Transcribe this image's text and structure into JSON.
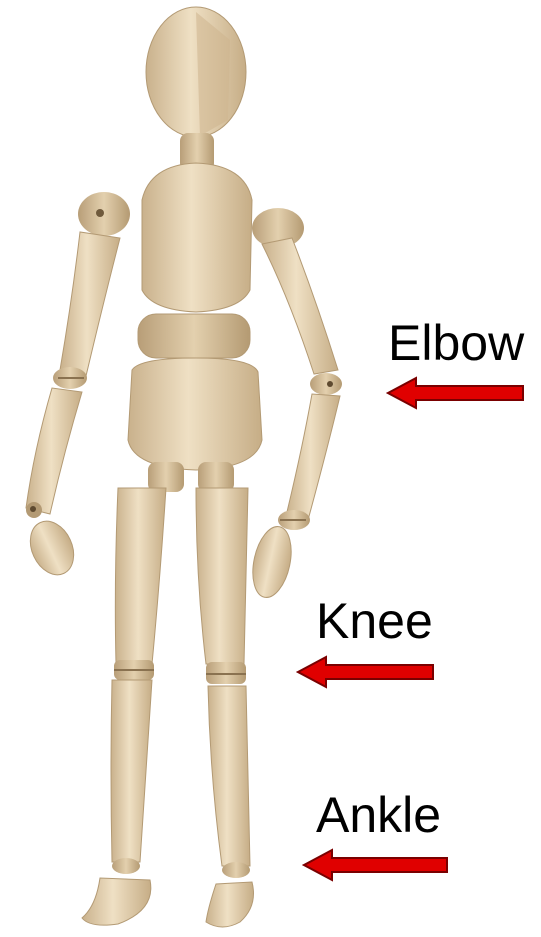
{
  "labels": {
    "elbow": "Elbow",
    "knee": "Knee",
    "ankle": "Ankle"
  },
  "colors": {
    "arrow_fill": "#e00000",
    "arrow_stroke": "#7a0000",
    "wood_light": "#ecdcbf",
    "wood_mid": "#d9c3a0",
    "wood_dark": "#b39a74",
    "joint": "#8a7250"
  },
  "figure": {
    "subject": "wooden-artist-mannequin-icon"
  }
}
